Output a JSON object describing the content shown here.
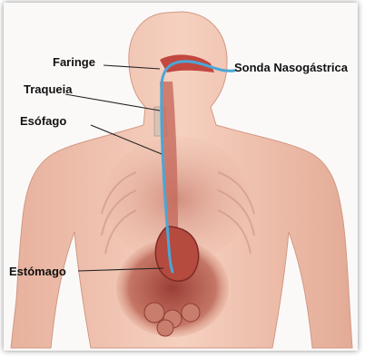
{
  "labels": {
    "faringe": "Faringe",
    "sonda": "Sonda Nasogástrica",
    "traqueia": "Traqueia",
    "esofago": "Esófago",
    "estomago": "Estómago"
  },
  "colors": {
    "skin": "#f3c7b4",
    "skin_shadow": "#d9a38e",
    "organ": "#b85a4f",
    "tube": "#4aa7d8",
    "leader": "#222222"
  }
}
